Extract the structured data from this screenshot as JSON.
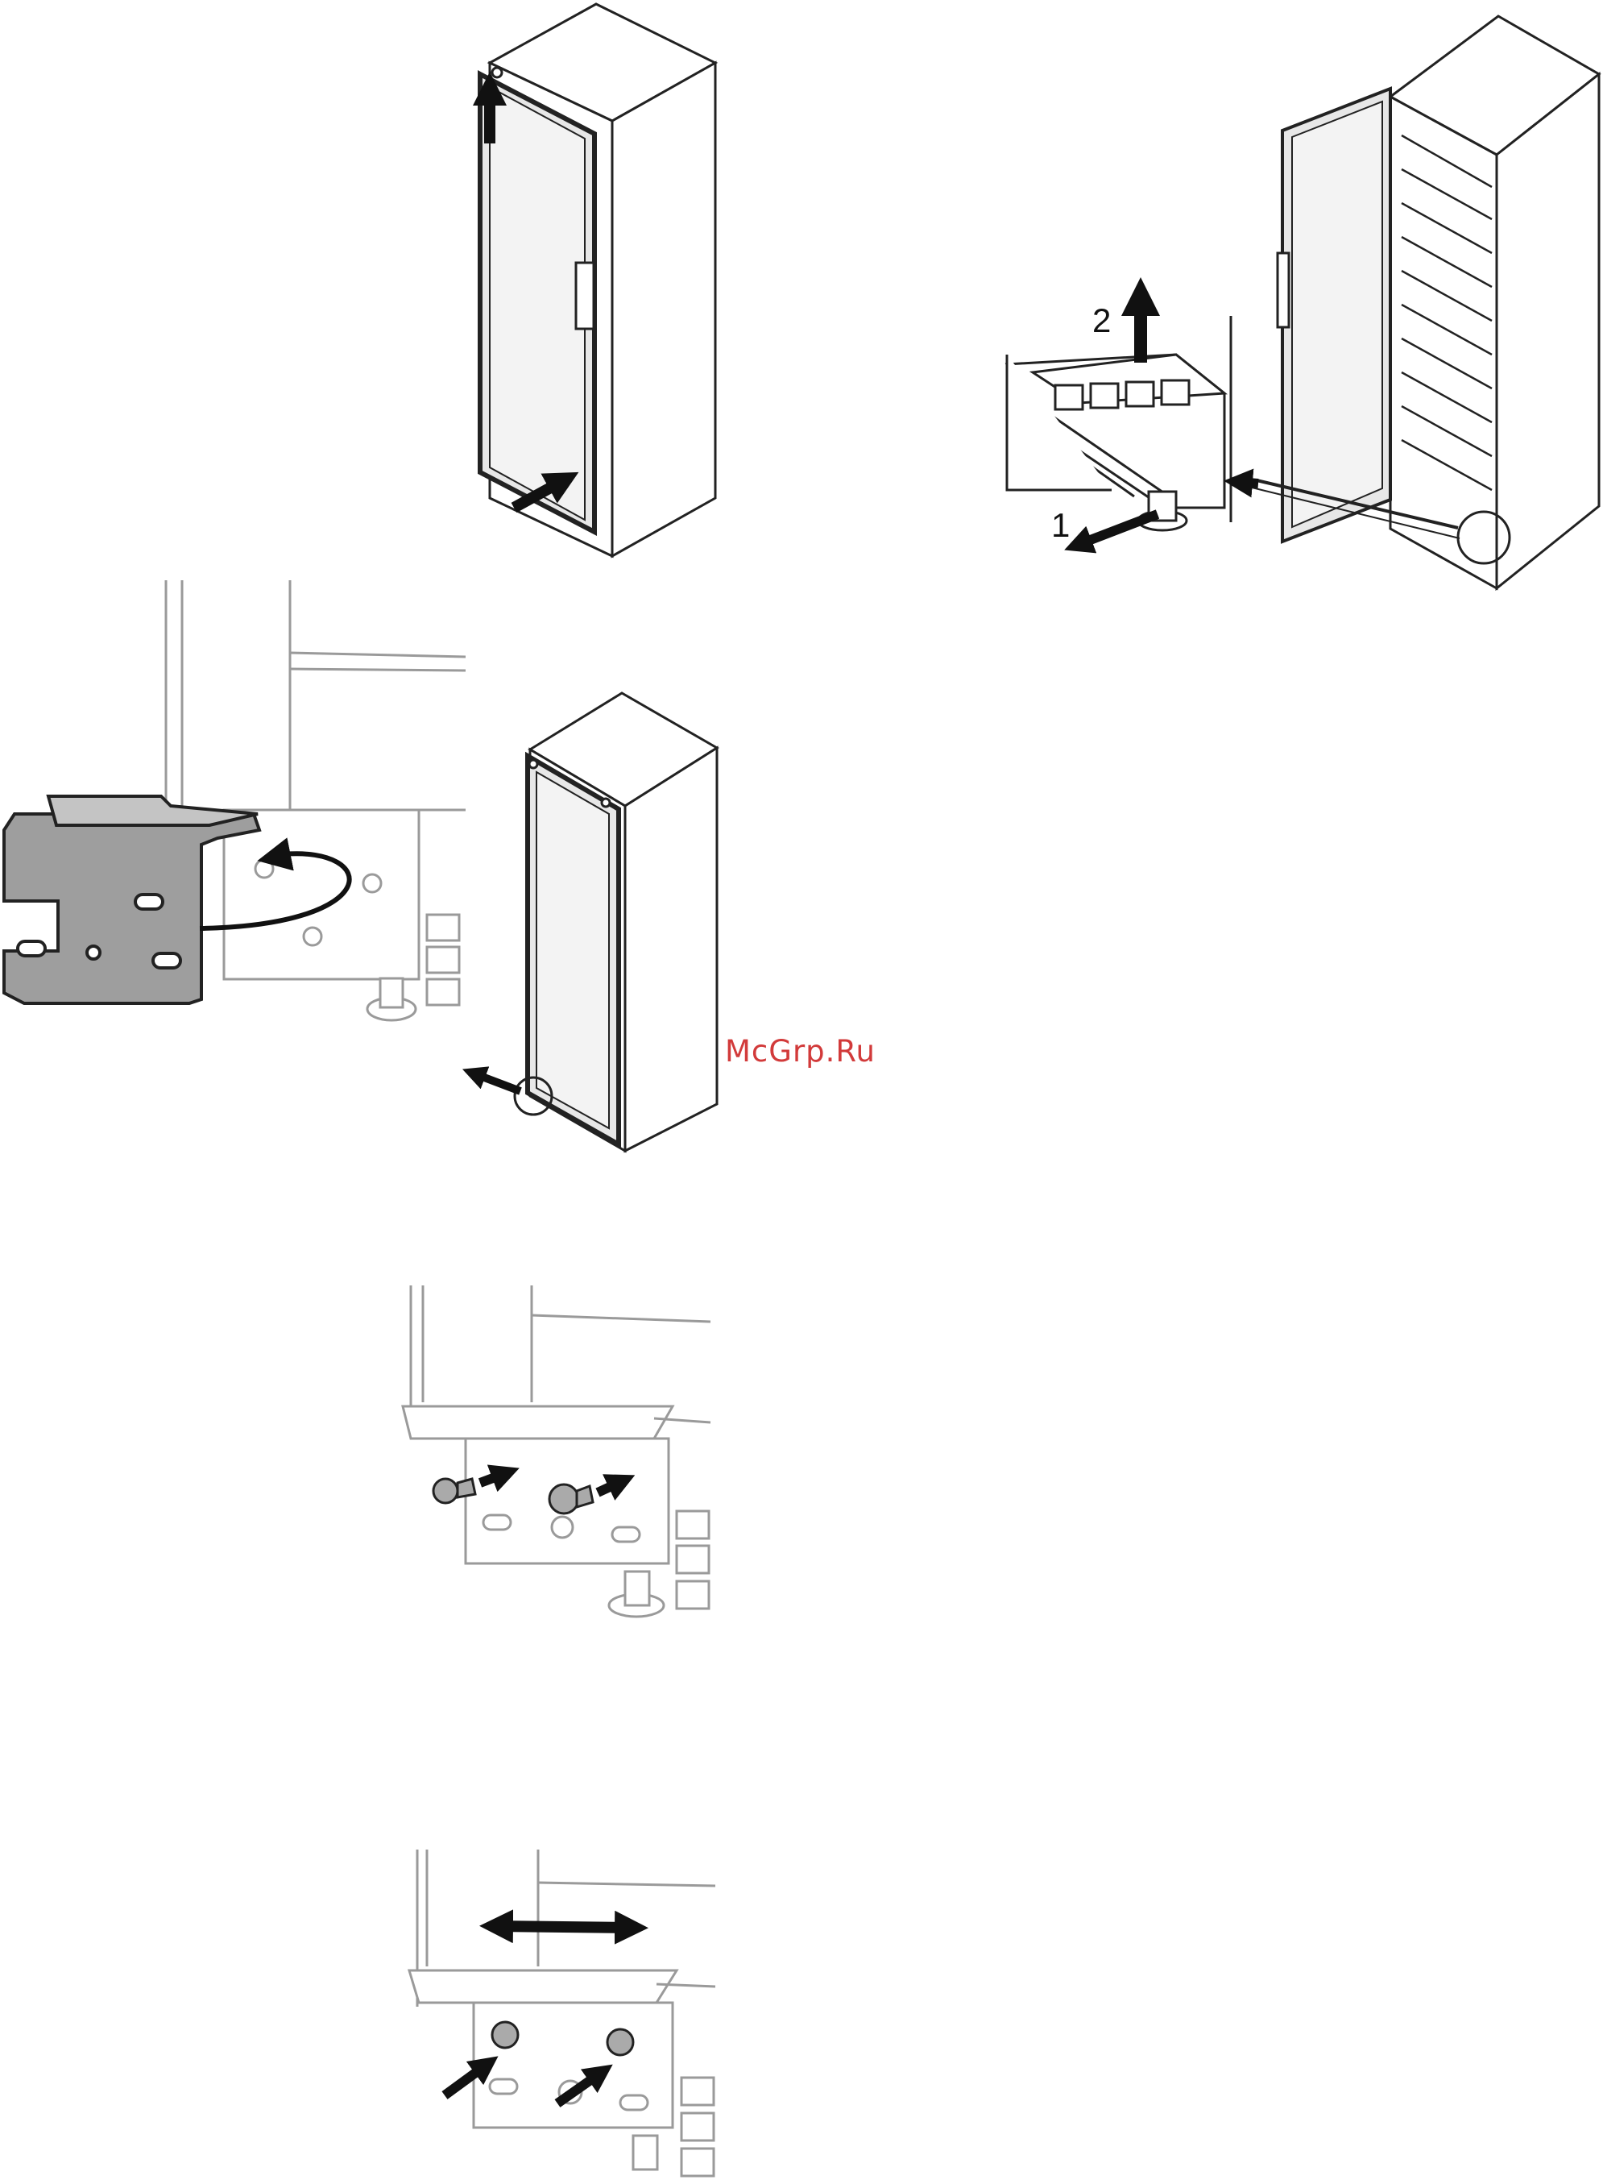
{
  "watermark": {
    "text": "McGrp.Ru",
    "color": "#d23a3a"
  },
  "steps": {
    "step_1_label": "1",
    "step_2_label": "2"
  },
  "colors": {
    "line": "#222222",
    "light_line": "#9a9a9a",
    "door_fill": "#e7e7e7",
    "bracket_fill": "#9e9e9e",
    "arrow": "#111111"
  }
}
